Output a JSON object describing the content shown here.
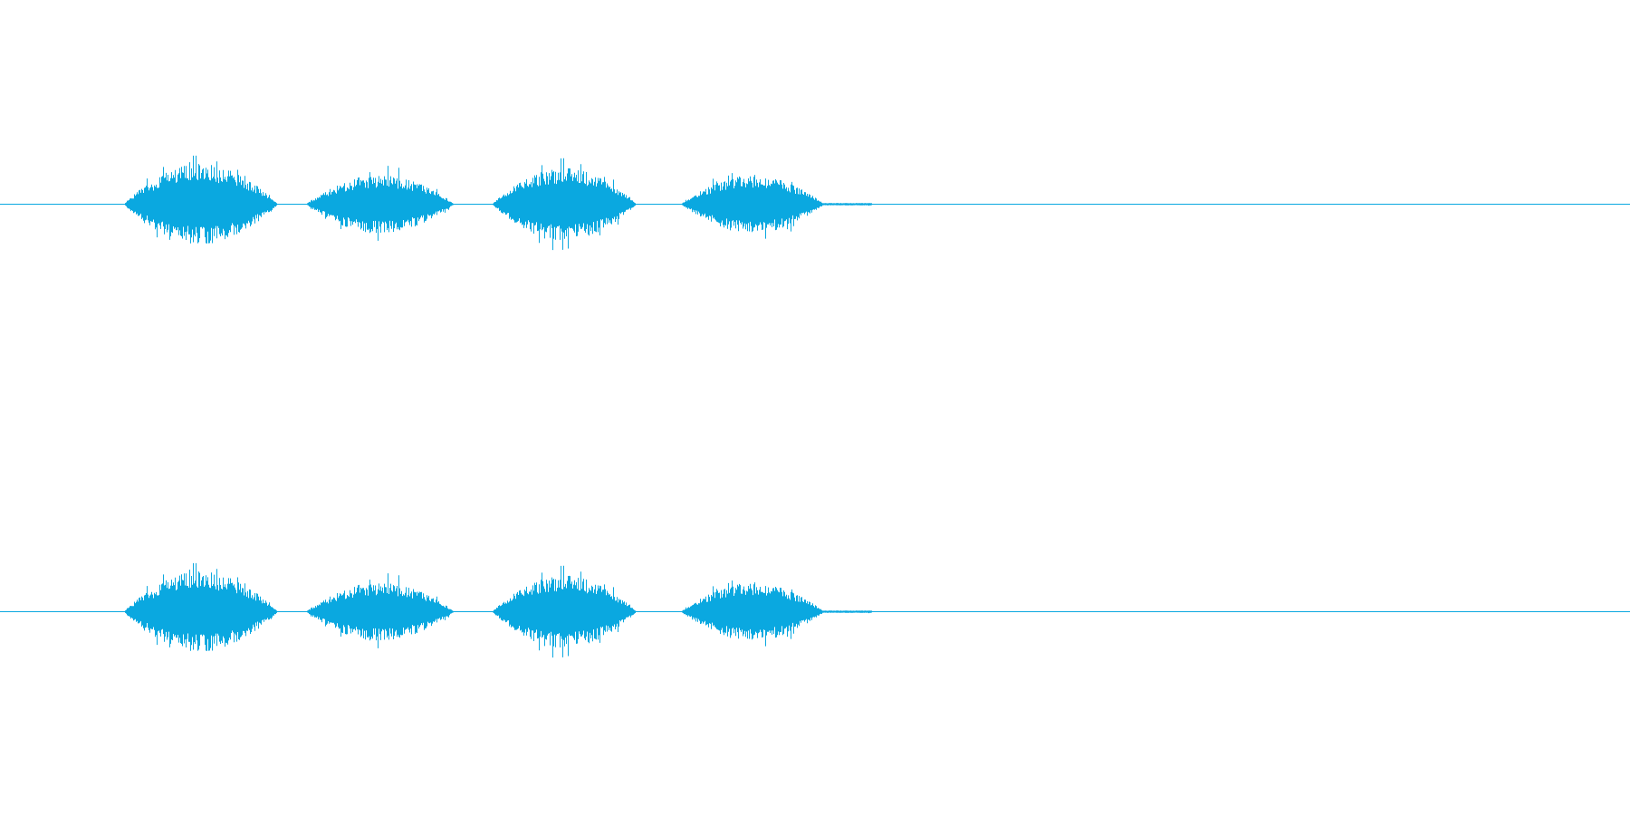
{
  "colors": {
    "background": "#ffffff",
    "waveform": "#0aa8e0"
  },
  "waveform": {
    "channel_count": 2,
    "channels": [
      {
        "id": "channel-1"
      },
      {
        "id": "channel-2"
      }
    ],
    "bursts": [
      {
        "start": 0.076,
        "end": 0.17,
        "peak": 0.22
      },
      {
        "start": 0.188,
        "end": 0.278,
        "peak": 0.16
      },
      {
        "start": 0.302,
        "end": 0.39,
        "peak": 0.2
      },
      {
        "start": 0.418,
        "end": 0.505,
        "peak": 0.16
      }
    ],
    "tail_end": 0.535
  }
}
